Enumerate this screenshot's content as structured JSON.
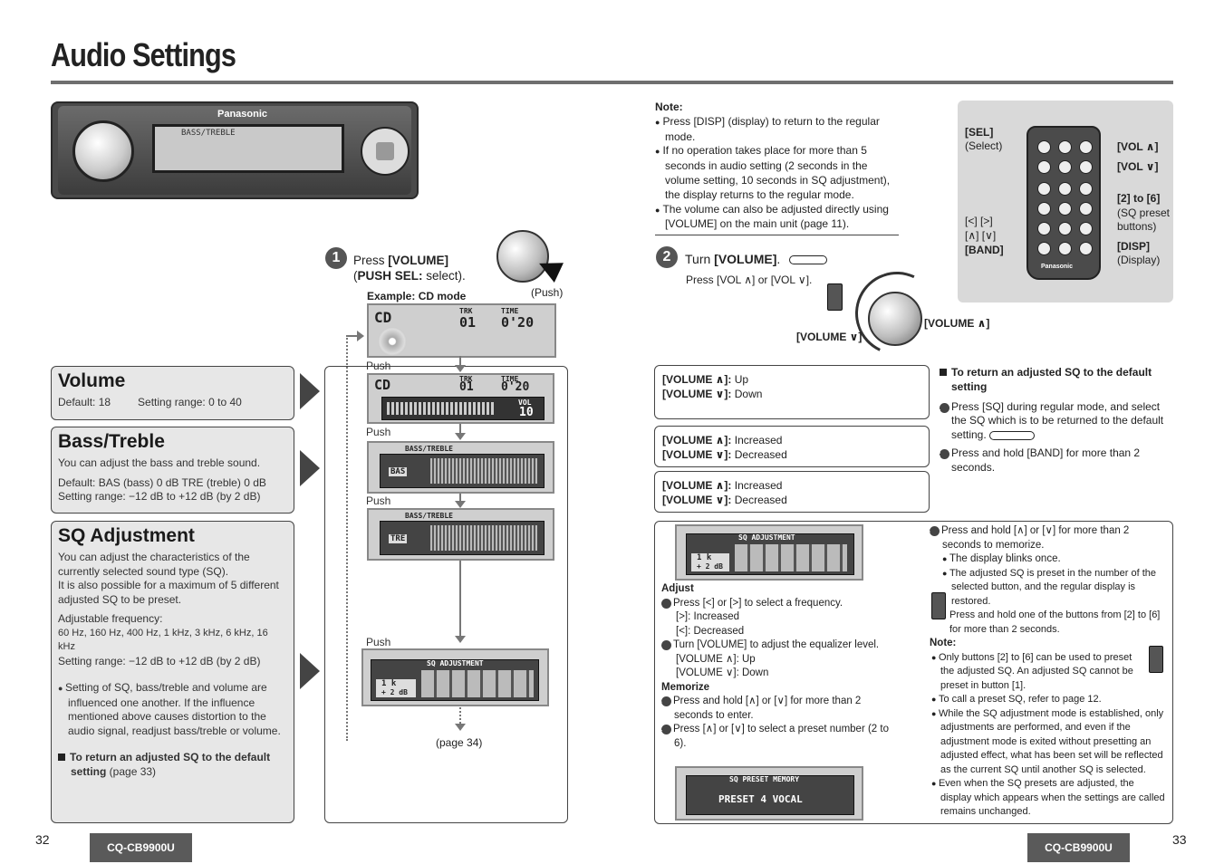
{
  "page": {
    "title": "Audio Settings",
    "left_page_number": "32",
    "right_page_number": "33",
    "model": "CQ-CB9900U"
  },
  "headunit": {
    "brand": "Panasonic",
    "display_text": "BASS/TREBLE"
  },
  "step1": {
    "number": "1",
    "text_a": "Press ",
    "text_b": "[VOLUME]",
    "text_c": "(",
    "text_d": "PUSH SEL:",
    "text_e": " select).",
    "push_label": "(Push)",
    "example": "Example: CD mode"
  },
  "volume": {
    "title": "Volume",
    "default": "Default: 18",
    "range": "Setting range: 0 to 40"
  },
  "bass_treble": {
    "title": "Bass/Treble",
    "desc": "You can adjust the bass and treble sound.",
    "default": "Default: BAS (bass) 0 dB    TRE (treble) 0 dB",
    "range": "Setting range: −12 dB to +12 dB (by 2 dB)"
  },
  "sq": {
    "title": "SQ Adjustment",
    "desc1": "You can adjust the characteristics of the currently selected sound type (SQ).",
    "desc2": "It is also possible for a maximum of 5 different adjusted SQ to be preset.",
    "freq_label": "Adjustable frequency:",
    "freq": "60 Hz, 160 Hz, 400 Hz, 1 kHz, 3 kHz, 6 kHz, 16 kHz",
    "range": "Setting range: −12 dB to +12 dB (by 2 dB)",
    "bullet": "Setting of SQ, bass/treble and volume are influenced one another. If the influence mentioned above causes distortion to the audio signal, readjust bass/treble or volume.",
    "return_bold": "To return an adjusted SQ to the default setting",
    "return_page": " (page 33)"
  },
  "flow": {
    "push": "Push",
    "page34": "(page 34)",
    "cd_trk": "01",
    "cd_time": "0'20",
    "vol_value": "10",
    "bas": "BAS",
    "tre": "TRE",
    "bt_label": "BASS/TREBLE",
    "sq_label": "SQ ADJUSTMENT",
    "sq_freq": "1 k",
    "sq_level": "+ 2 dB"
  },
  "note": {
    "title": "Note:",
    "items": [
      "Press [DISP] (display) to return to the regular mode.",
      "If no operation takes place for more than 5 seconds in audio setting (2 seconds in the volume setting, 10 seconds in SQ adjustment), the display returns to the regular mode.",
      "The volume can also be adjusted directly using [VOLUME] on the main unit (page 11)."
    ]
  },
  "step2": {
    "number": "2",
    "text_a": "Turn ",
    "text_b": "[VOLUME]",
    "text_c": ".",
    "remote_text": "Press [VOL ∧] or [VOL ∨].",
    "vol_up": "[VOLUME ∧]",
    "vol_down": "[VOLUME ∨]"
  },
  "remote": {
    "sel": "[SEL]",
    "sel_sub": "(Select)",
    "vol_up": "[VOL ∧]",
    "vol_down": "[VOL ∨]",
    "preset": "[2] to [6]",
    "preset_sub1": "(SQ preset",
    "preset_sub2": "buttons)",
    "arrows1": "[<] [>]",
    "arrows2": "[∧] [∨]",
    "band": "[BAND]",
    "disp": "[DISP]",
    "disp_sub": "(Display)",
    "brand": "Panasonic"
  },
  "results": {
    "vol_up": "[VOLUME ∧]:",
    "vol_up_v": " Up",
    "vol_down": "[VOLUME ∨]:",
    "vol_down_v": " Down",
    "inc": " Increased",
    "dec": " Decreased"
  },
  "default_sq": {
    "title": "To return an adjusted SQ to the default setting",
    "step1": "Press [SQ] during regular mode, and select the SQ which is to be returned to the default setting.",
    "step2": "Press and hold [BAND] for more than 2 seconds."
  },
  "adjust": {
    "adjust_title": "Adjust",
    "a1": "Press [<] or [>] to select a frequency.",
    "a1_inc": "[>]: Increased",
    "a1_dec": "[<]: Decreased",
    "a2": "Turn [VOLUME] to adjust the equalizer level.",
    "a2_up": "[VOLUME ∧]: Up",
    "a2_down": "[VOLUME ∨]: Down",
    "mem_title": "Memorize",
    "m3": "Press and hold [∧] or [∨] for more than 2 seconds to enter.",
    "m4": "Press [∧] or [∨] to select a preset number (2 to 6).",
    "preset_display": "PRESET  4  VOCAL",
    "preset_title": "SQ PRESET MEMORY",
    "m5": "Press and hold [∧] or [∨] for more than 2 seconds to memorize.",
    "m5_b1": "The display blinks once.",
    "m5_b2": "The adjusted SQ is preset in the number of the selected button, and the regular display is restored.",
    "m5_remote": "Press and hold one of the buttons from [2] to [6] for more than 2 seconds.",
    "note_title": "Note:",
    "notes": [
      "Only buttons [2] to [6] can be used to preset the adjusted SQ. An adjusted SQ cannot be preset in button [1].",
      "To call a preset SQ, refer to page 12.",
      "While the SQ adjustment mode is established, only adjustments are performed, and even if the adjustment mode is exited without presetting an adjusted effect, what has been set will be reflected as the current SQ until another SQ is selected.",
      "Even when the SQ presets are adjusted, the display which appears when the settings are called remains unchanged."
    ]
  }
}
